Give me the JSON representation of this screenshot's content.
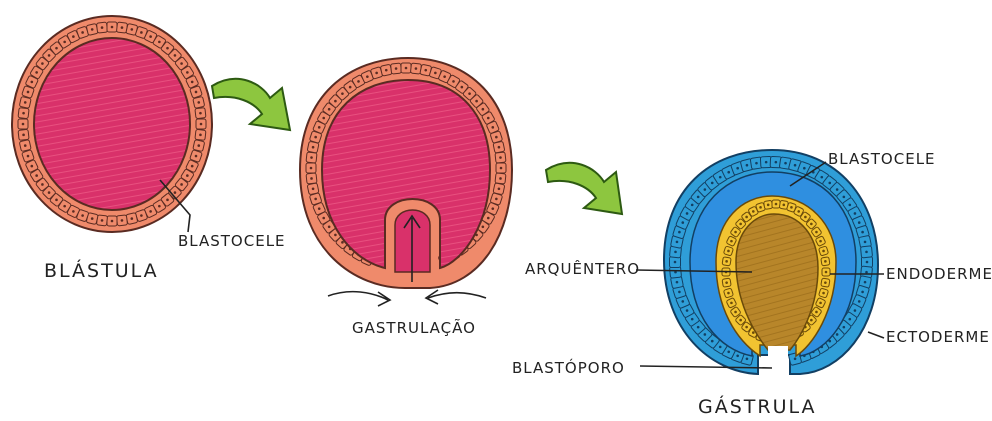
{
  "stages": {
    "blastula": {
      "label": "BLÁSTULA",
      "blastocele_label": "BLASTOCELE"
    },
    "gastrulation": {
      "label": "GASTRULAÇÃO"
    },
    "gastrula": {
      "label": "GÁSTRULA",
      "labels": {
        "blastocele": "BLASTOCELE",
        "arquentero": "ARQUÊNTERO",
        "endoderme": "ENDODERME",
        "ectoderme": "ECTODERME",
        "blastoporo": "BLASTÓPORO"
      }
    }
  },
  "colors": {
    "blastocoel_pink": "#d9316a",
    "cell_salmon": "#ef8a6b",
    "cell_outline": "#5a2b22",
    "ectoderm_blue": "#2f9ed8",
    "blastocoel_light_blue": "#2f8fe0",
    "endoderm_yellow": "#f2c331",
    "archenteron_brown": "#b8862a",
    "arrow_green": "#8dc63f"
  }
}
